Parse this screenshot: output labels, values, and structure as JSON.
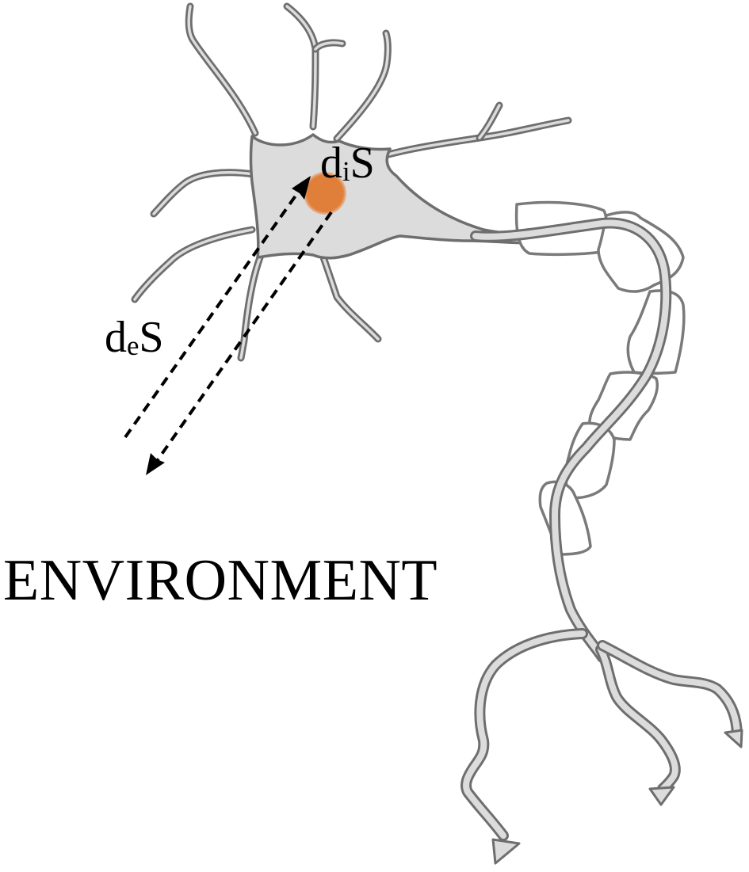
{
  "figure": {
    "subject": "neuron",
    "labels": {
      "internal_entropy": {
        "base": "d",
        "subscript": "i",
        "suffix": "S"
      },
      "external_entropy": {
        "base": "d",
        "subscript": "e",
        "suffix": "S"
      },
      "environment": "ENVIRONMENT"
    },
    "colors": {
      "cell_fill": "#dcdcdc",
      "cell_outline": "#6e6e6e",
      "nucleus_spot": "#e07f3a",
      "arrow": "#000000",
      "background": "#ffffff"
    },
    "arrows": [
      {
        "name": "inward-entropy-flux",
        "direction": "environment-to-cell",
        "style": "dashed"
      },
      {
        "name": "outward-entropy-flux",
        "direction": "cell-to-environment",
        "style": "dashed"
      }
    ],
    "parts": [
      "soma",
      "dendrites",
      "axon",
      "myelin-sheaths",
      "axon-terminals",
      "entropy-production-spot"
    ]
  }
}
